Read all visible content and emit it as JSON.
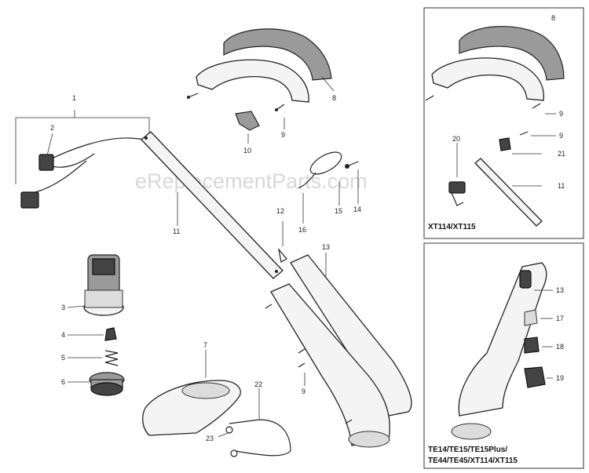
{
  "watermark": "eReplacementParts.com",
  "panels": {
    "top_right_caption": "XT114/XT115",
    "bottom_right_caption_line1": "TE14/TE15/TE15Plus/",
    "bottom_right_caption_line2": "TE44/TE45/XT114/XT115"
  },
  "callouts": {
    "c1": "1",
    "c2": "2",
    "c3": "3",
    "c4": "4",
    "c5": "5",
    "c6": "6",
    "c7": "7",
    "c8": "8",
    "c9a": "9",
    "c9b": "9",
    "c10": "10",
    "c11": "11",
    "c12": "12",
    "c13": "13",
    "c14": "14",
    "c15": "15",
    "c16": "16",
    "c22": "22",
    "c23": "23",
    "r8": "8",
    "r9a": "9",
    "r9b": "9",
    "r20": "20",
    "r21": "21",
    "r11": "11",
    "b13": "13",
    "b17": "17",
    "b18": "18",
    "b19": "19"
  }
}
